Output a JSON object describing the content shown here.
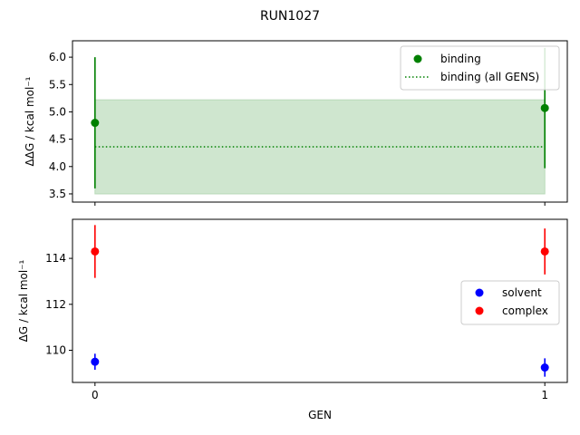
{
  "chart_data": [
    {
      "type": "scatter",
      "title": "RUN1027",
      "ylabel": "ΔΔG / kcal mol⁻¹",
      "xlabel": "",
      "xlim": [
        -0.05,
        1.05
      ],
      "ylim": [
        3.35,
        6.3
      ],
      "yticks": [
        3.5,
        4.0,
        4.5,
        5.0,
        5.5,
        6.0
      ],
      "ytick_labels": [
        "3.5",
        "4.0",
        "4.5",
        "5.0",
        "5.5",
        "6.0"
      ],
      "grid": false,
      "legend_position": "upper-right",
      "series": [
        {
          "name": "binding",
          "kind": "points_with_errorbars",
          "color": "#008000",
          "x": [
            0,
            1
          ],
          "y": [
            4.8,
            5.07
          ],
          "yerr": [
            1.2,
            1.1
          ]
        },
        {
          "name": "binding (all GENS)",
          "kind": "dotted_line_with_band",
          "color": "#008000",
          "band_color": "#cfe6cf",
          "x": [
            0,
            1
          ],
          "y": 4.36,
          "band": [
            3.5,
            5.22
          ]
        }
      ]
    },
    {
      "type": "scatter",
      "xlabel": "GEN",
      "ylabel": "ΔG / kcal mol⁻¹",
      "xlim": [
        -0.05,
        1.05
      ],
      "ylim": [
        108.6,
        115.7
      ],
      "xticks": [
        0,
        1
      ],
      "xtick_labels": [
        "0",
        "1"
      ],
      "yticks": [
        110,
        112,
        114
      ],
      "ytick_labels": [
        "110",
        "112",
        "114"
      ],
      "grid": false,
      "legend_position": "center-right",
      "series": [
        {
          "name": "solvent",
          "color": "#0000ff",
          "x": [
            0,
            1
          ],
          "y": [
            109.5,
            109.25
          ],
          "yerr": [
            0.35,
            0.4
          ]
        },
        {
          "name": "complex",
          "color": "#ff0000",
          "x": [
            0,
            1
          ],
          "y": [
            114.3,
            114.3
          ],
          "yerr": [
            1.15,
            1.0
          ]
        }
      ]
    }
  ]
}
